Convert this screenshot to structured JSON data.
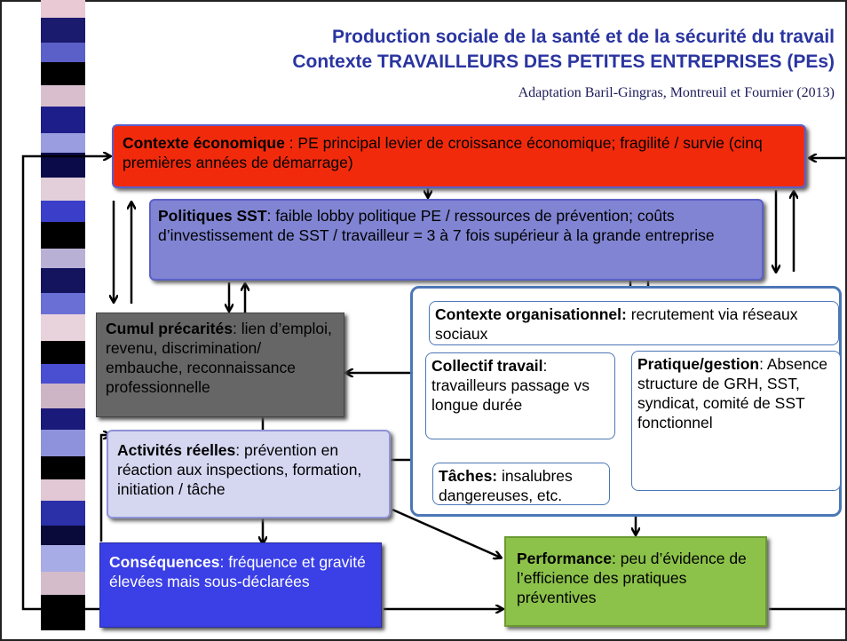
{
  "header": {
    "title_line1": "Production sociale de la santé et de la sécurité du travail",
    "title_line2": "Contexte TRAVAILLEURS DES PETITES ENTREPRISES (PEs)",
    "credit": "Adaptation Baril-Gingras, Montreuil et Fournier (2013)"
  },
  "boxes": {
    "economique": {
      "label": "Contexte économique",
      "text": " : PE principal levier de croissance économique; fragilité / survie (cinq premières années de démarrage)"
    },
    "politiques": {
      "label": "Politiques SST",
      "text": ": faible lobby politique PE / ressources de prévention; coûts d’investissement de SST / travailleur = 3 à 7 fois supérieur à la grande entreprise"
    },
    "cumul": {
      "label": "Cumul précarités",
      "text": ": lien d’emploi, revenu, discrimination/ embauche, reconnaissance professionnelle"
    },
    "activites": {
      "label": "Activités réelles",
      "text": ": prévention en réaction aux inspections, formation, initiation / tâche"
    },
    "consequences": {
      "label": "Conséquences",
      "text": ": fréquence et gravité élevées mais sous-déclarées"
    },
    "organisationnel": {
      "label": "Contexte organisationnel:",
      "text": " recrutement via réseaux sociaux"
    },
    "collectif": {
      "label": "Collectif travail",
      "text": ": travailleurs passage vs longue durée"
    },
    "taches": {
      "label": "Tâches:",
      "text": " insalubres dangereuses, etc."
    },
    "pratique": {
      "label": "Pratique/gestion",
      "text": ": Absence structure de GRH, SST, syndicat, comité de SST fonctionnel"
    },
    "performance": {
      "label": "Performance",
      "text": ": peu d’évidence de l’efficience des pratiques préventives"
    }
  },
  "colors": {
    "title": "#2a35a0",
    "economique": "#f22a0c",
    "politiques": "#8084d2",
    "cumul": "#666666",
    "activites": "#d5d7f1",
    "consequences": "#3a3fe6",
    "organisationnel_border": "#4c77b6",
    "performance": "#8cc24a"
  }
}
